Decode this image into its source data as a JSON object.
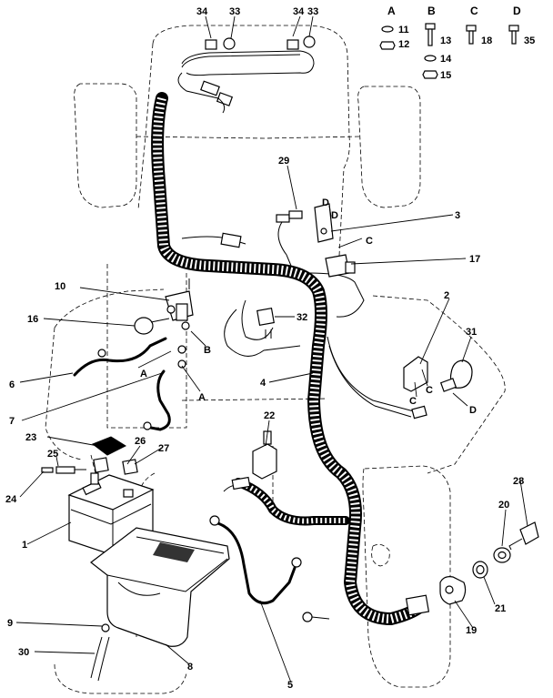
{
  "hardware_groups": [
    {
      "key": "A",
      "parts": [
        "11",
        "12"
      ]
    },
    {
      "key": "B",
      "parts": [
        "13",
        "14",
        "15"
      ]
    },
    {
      "key": "C",
      "parts": [
        "18"
      ]
    },
    {
      "key": "D",
      "parts": [
        "35"
      ]
    }
  ],
  "labels": {
    "p1": "1",
    "p2": "2",
    "p3": "3",
    "p4": "4",
    "p5": "5",
    "p6": "6",
    "p7": "7",
    "p8": "8",
    "p9": "9",
    "p10": "10",
    "p16": "16",
    "p17": "17",
    "p19": "19",
    "p20": "20",
    "p21": "21",
    "p22": "22",
    "p23": "23",
    "p24": "24",
    "p25": "25",
    "p26": "26",
    "p27": "27",
    "p28": "28",
    "p29": "29",
    "p30": "30",
    "p31": "31",
    "p32": "32",
    "p33a": "33",
    "p33b": "33",
    "p34a": "34",
    "p34b": "34",
    "tagA1": "A",
    "tagA2": "A",
    "tagB1": "B",
    "tagC1": "C",
    "tagC2": "C",
    "tagC3": "C",
    "tagD1": "D",
    "tagD2": "D",
    "tagD3": "D"
  }
}
